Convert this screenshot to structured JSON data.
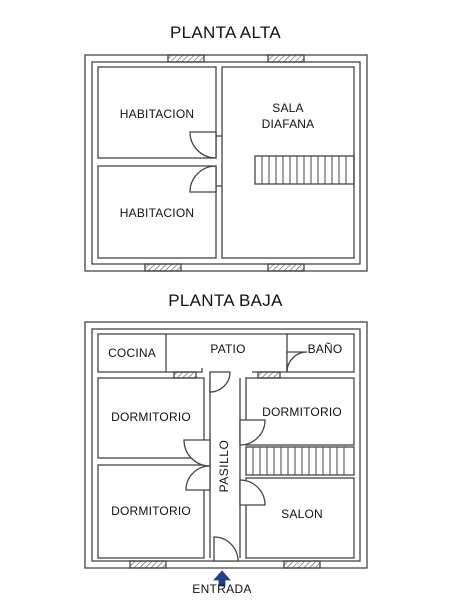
{
  "upper_floor": {
    "title": "PLANTA ALTA",
    "rooms": [
      {
        "label": "HABITACION"
      },
      {
        "label_line1": "SALA",
        "label_line2": "DIAFANA"
      },
      {
        "label": "HABITACION"
      }
    ]
  },
  "lower_floor": {
    "title": "PLANTA BAJA",
    "rooms": [
      {
        "label": "COCINA"
      },
      {
        "label": "PATIO"
      },
      {
        "label": "BAÑO"
      },
      {
        "label": "DORMITORIO"
      },
      {
        "label": "DORMITORIO"
      },
      {
        "label": "PASILLO"
      },
      {
        "label": "DORMITORIO"
      },
      {
        "label": "SALON"
      }
    ],
    "entrance": {
      "label": "ENTRADA"
    }
  },
  "colors": {
    "wall": "#444444",
    "window_hatch": "#555555",
    "entrance_arrow": "#1f3f8f"
  }
}
